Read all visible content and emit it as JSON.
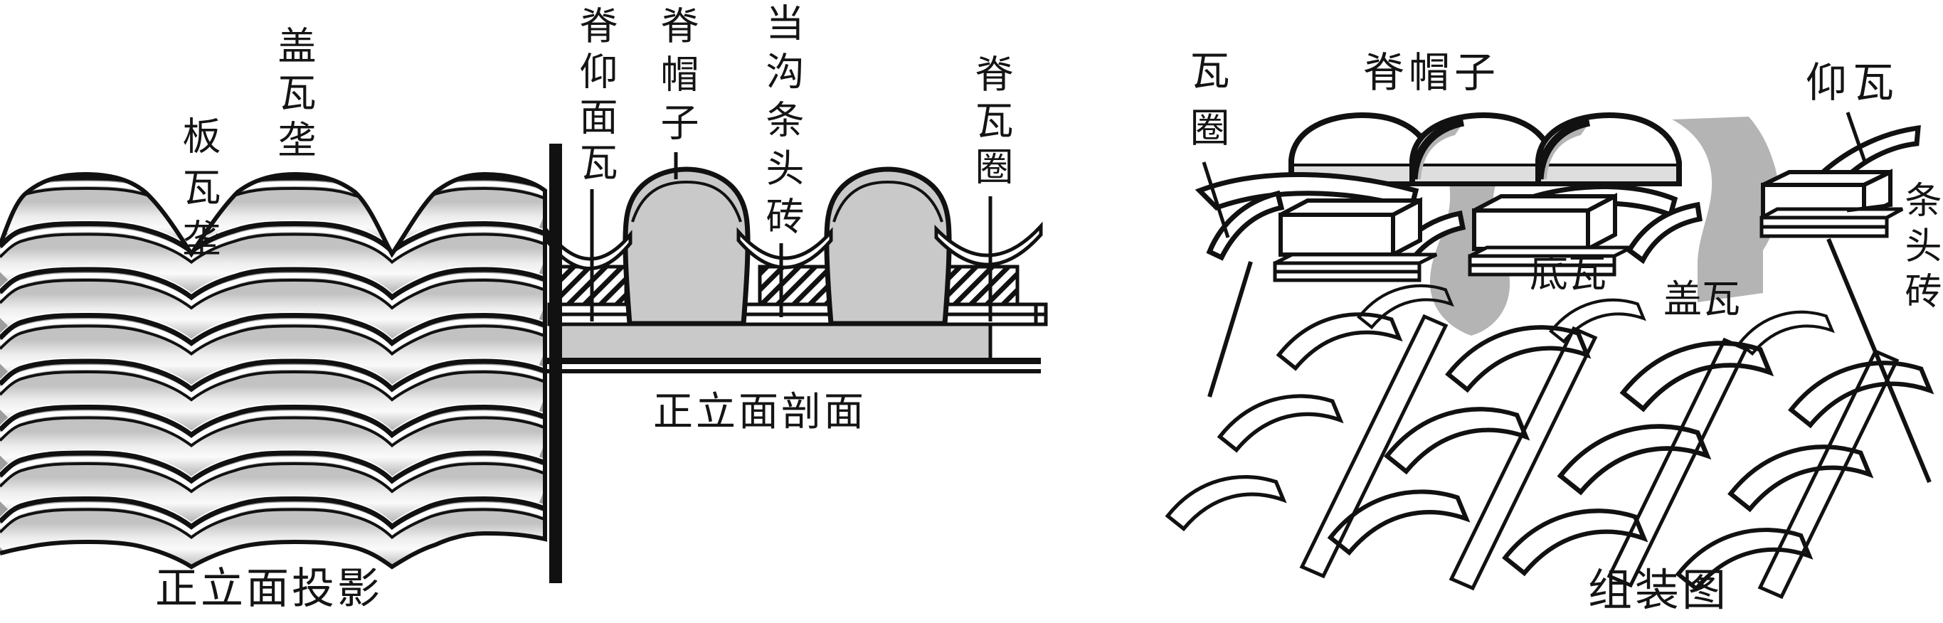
{
  "figure": {
    "projection_panel": {
      "caption": "正立面投影",
      "labels": {
        "ban_wa_long": "板瓦垄",
        "gai_wa_long": "盖瓦垄"
      }
    },
    "section_panel": {
      "caption": "正立面剖面",
      "labels": {
        "ji_yang_mian_wa": "脊仰面瓦",
        "ji_mao_zi": "脊帽子",
        "dang_gou_tiao_tou_zhuan": "当沟条头砖",
        "ji_wa_quan": "脊瓦圈"
      }
    },
    "assembly_panel": {
      "caption": "组装图",
      "labels": {
        "wa_quan": "瓦圈",
        "ji_mao_zi": "脊帽子",
        "yang_wa": "仰瓦",
        "tiao_tou_zhuan": "条头砖",
        "di_wa": "底瓦",
        "gai_wa": "盖瓦"
      }
    },
    "colors": {
      "ink": "#111111",
      "tile_highlight": "#fafafa",
      "tile_shadow": "#6f6f6f",
      "section_gray": "#c9c9c9",
      "mortar_gray": "#b4b4b4",
      "crevice_gray": "#9e9e9e",
      "cap_band_gray": "#dedede",
      "paper": "#ffffff"
    }
  }
}
